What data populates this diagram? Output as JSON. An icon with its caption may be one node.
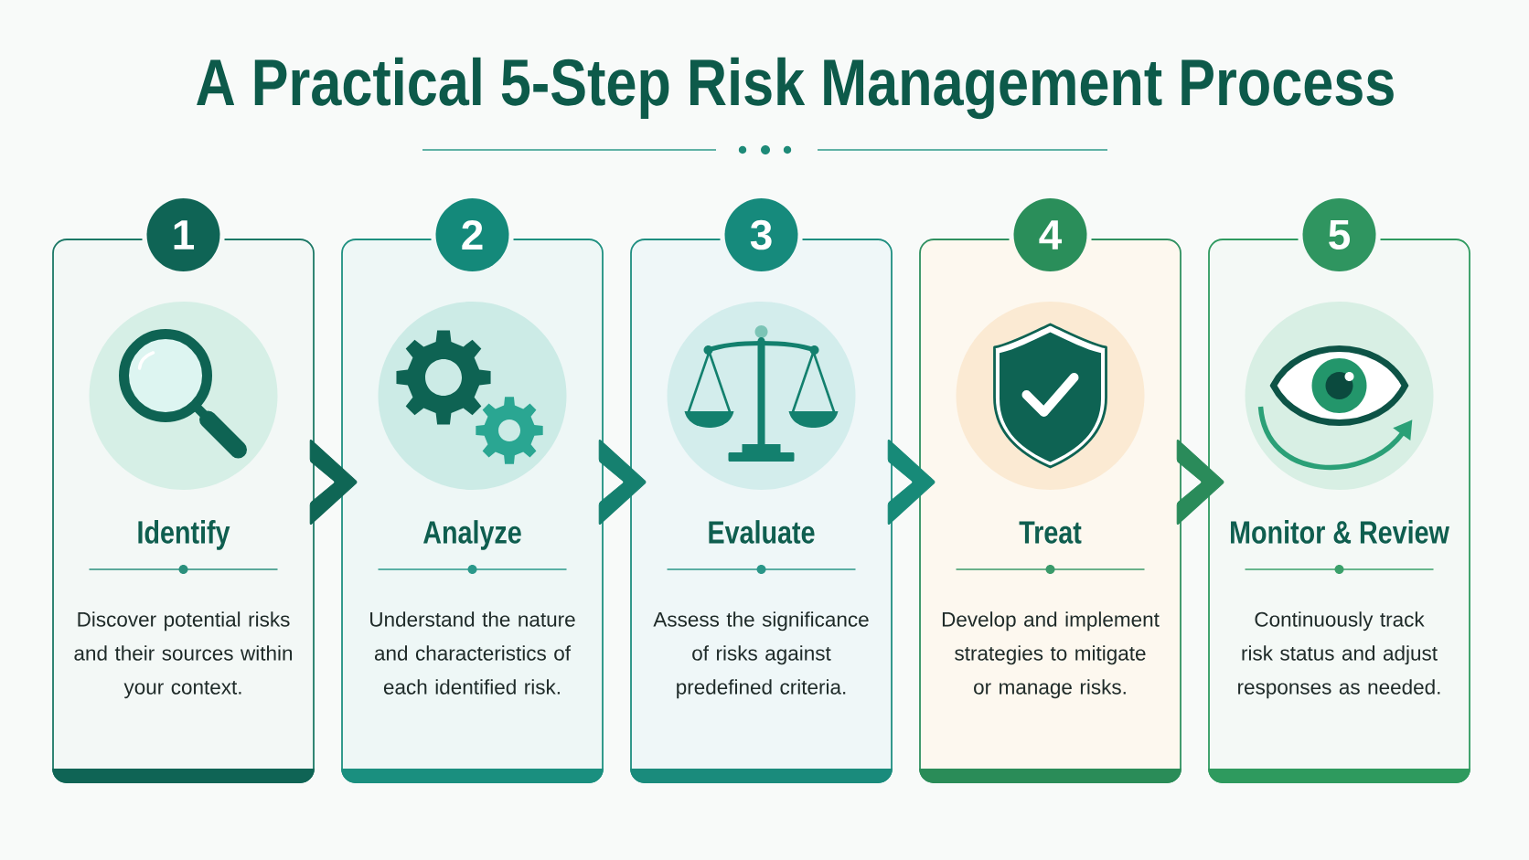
{
  "diagram": {
    "title": "A Practical 5-Step Risk Management Process",
    "nodes": [
      {
        "text": [
          "1"
        ]
      },
      {
        "text": [
          "Identify",
          "Discover potential risks and their sources within your context."
        ]
      },
      {
        "text": [
          "2"
        ]
      },
      {
        "text": [
          "Analyze",
          "Understand the nature and characteristics of each identified risk."
        ]
      },
      {
        "text": [
          "3"
        ]
      },
      {
        "text": [
          "Evaluate",
          "Assess the significance of risks against predefined criteria."
        ]
      },
      {
        "text": [
          "4"
        ]
      },
      {
        "text": [
          "Treat",
          "Develop and implement strategies to mitigate or manage risks."
        ]
      },
      {
        "text": [
          "5"
        ]
      },
      {
        "text": [
          "Monitor & Review",
          "Continuously track risk status and adjust responses as needed."
        ]
      }
    ],
    "edges": [
      {
        "from": 1,
        "to": 3,
        "arrow": "to",
        "color": "#0f6655"
      },
      {
        "from": 3,
        "to": 5,
        "arrow": "to",
        "color": "#15806f"
      },
      {
        "from": 5,
        "to": 7,
        "arrow": "to",
        "color": "#178a78"
      },
      {
        "from": 7,
        "to": 9,
        "arrow": "to",
        "color": "#2a8b5a"
      }
    ]
  }
}
